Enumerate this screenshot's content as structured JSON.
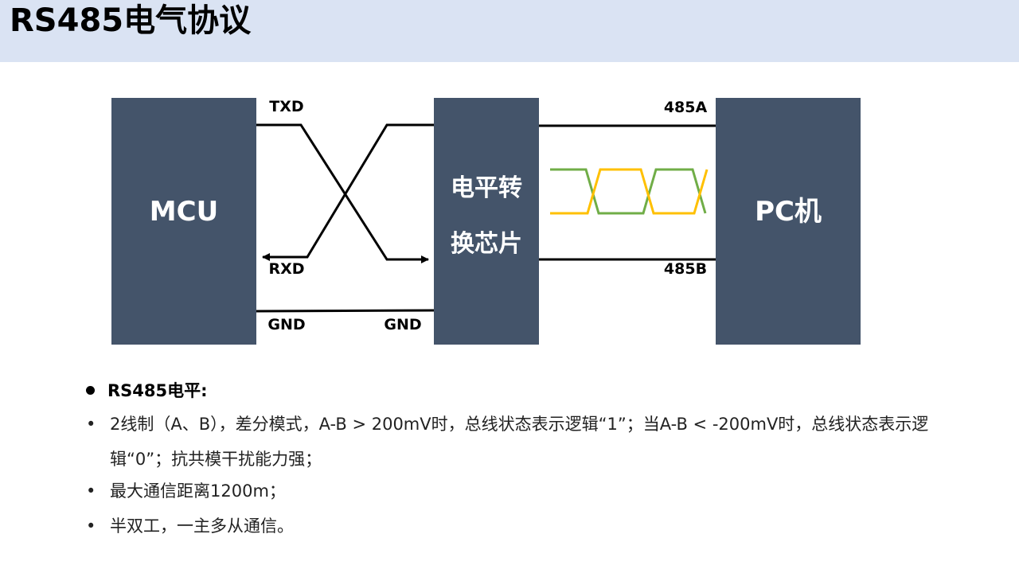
{
  "header": {
    "title": "RS485电气协议"
  },
  "diagram": {
    "blocks": {
      "mcu": "MCU",
      "chip_line1": "电平转",
      "chip_line2": "换芯片",
      "pc": "PC机"
    },
    "signals": {
      "txd": "TXD",
      "rxd": "RXD",
      "gnd_left": "GND",
      "gnd_right": "GND",
      "a485": "485A",
      "b485": "485B"
    },
    "colors": {
      "block_fill": "#44546a",
      "wave_green": "#70ad47",
      "wave_yellow": "#ffc000",
      "header_bg": "#dae3f3"
    }
  },
  "notes": {
    "heading": "RS485电平:",
    "bullet_marker": "•",
    "items": [
      "2线制（A、B），差分模式，A-B > 200mV时，总线状态表示逻辑“1”；当A-B < -200mV时，总线状态表示逻辑“0”；抗共模干扰能力强；",
      "最大通信距离1200m；",
      "半双工，一主多从通信。"
    ]
  }
}
